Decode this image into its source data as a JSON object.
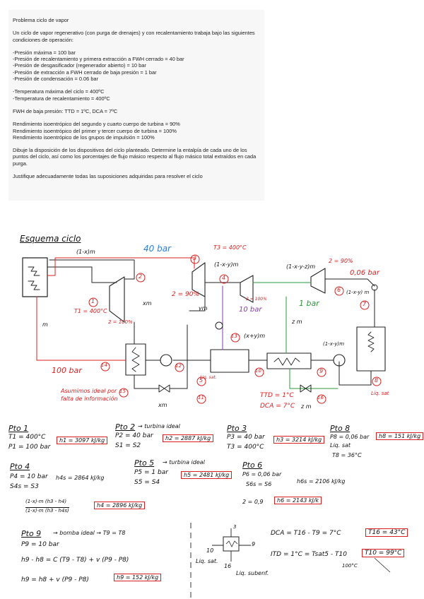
{
  "problem": {
    "title": "Problema ciclo de vapor",
    "intro": "Un ciclo de vapor regenerativo (con purga de drenajes) y con recalentamiento trabaja bajo las siguientes condiciones de operación:",
    "pressures": [
      "-Presión máxima = 100 bar",
      "-Presión de recalentamiento y primera extracción a FWH cerrado = 40 bar",
      "-Presión de desgasificador (regenerador abierto) = 10 bar",
      "-Presión de extracción a FWH cerrado de baja presión = 1 bar",
      "-Presión de condensación = 0.06 bar"
    ],
    "temperatures": [
      "-Temperatura máxima del ciclo = 400ºC",
      "-Temperatura de recalentamiento = 400ºC"
    ],
    "fwh": "FWH de baja presión: TTD = 1ºC, DCA = 7ºC",
    "efficiencies": [
      "Rendimiento isoentrópico del segundo y cuarto cuerpo de turbina = 90%",
      "Rendimiento isoentrópico del primer y tercer cuerpo de turbina = 100%",
      "Rendimiento isoentrópico de los grupos de impulsión = 100%"
    ],
    "task": "Dibuje la disposición de los dispositivos del ciclo planteado. Determine la entalpía de cada uno de los puntos del ciclo, así como los porcentajes de flujo másico respecto al flujo másico total extraídos en cada purga.",
    "justify": "Justifique adecuadamente todas las suposiciones adquiridas para resolver el ciclo"
  },
  "schematic": {
    "title": "Esquema ciclo",
    "labels": {
      "flow_1x": "(1-x)m",
      "p40": "40 bar",
      "t3": "T3 = 400°C",
      "eta2": "2 = 90%",
      "p006": "0,06 bar",
      "flow_1xy": "(1-x-y)m",
      "flow_1xyz": "(1-x-y-z)m",
      "flow_1xy_small": "(1-x-y) m",
      "flow_1xy_right": "(1-x-y)m",
      "t1": "T1 = 400°C",
      "eta100": "2 = 100%",
      "xm": "xm",
      "eta2b": "2 = 90%",
      "ym": "ym",
      "p10": "10 bar",
      "eta3": "2 = 100%",
      "p1": "1 bar",
      "zm": "z m",
      "m": "m",
      "flow_xy": "(x+y)m",
      "p100": "100 bar",
      "liqsat5": "Liq. sat.",
      "liqsat8": "Liq. sat",
      "note": "Asumimos ideal por falta de información",
      "xm_bottom": "xm",
      "ttd": "TTD = 1°C",
      "dca": "DCA = 7°C",
      "zm_bottom": "z m"
    },
    "point_numbers": [
      "1",
      "2",
      "3",
      "4",
      "5",
      "6",
      "7",
      "8",
      "9",
      "10",
      "11",
      "12",
      "13",
      "14",
      "15",
      "16"
    ]
  },
  "solution": {
    "pto1": {
      "title": "Pto 1",
      "l1": "T1 = 400°C",
      "l2": "P1 = 100 bar",
      "h": "h1 = 3097 kJ/kg"
    },
    "pto2": {
      "title": "Pto 2",
      "note": "→ turbina ideal",
      "l1": "P2 = 40 bar",
      "l2": "S1 = S2",
      "h": "h2 = 2887 kJ/kg"
    },
    "pto3": {
      "title": "Pto 3",
      "l1": "P3 = 40 bar",
      "l2": "T3 = 400°C",
      "h": "h3 = 3214 kJ/kg"
    },
    "pto8": {
      "title": "Pto 8",
      "l1": "P8 = 0,06 bar",
      "l2": "Liq. sat",
      "l3": "T8 = 36°C",
      "h": "h8 = 151 kJ/kg"
    },
    "pto4": {
      "title": "Pto 4",
      "l1": "P4 = 10 bar",
      "l2": "S4s = S3",
      "h": "h4s = 2864 kJ/kg",
      "eq1": "(1-x)·m (h3 - h4)",
      "eq2": "(1-x)·m (h3 - h4s)",
      "h4": "h4 = 2896 kJ/kg"
    },
    "pto5": {
      "title": "Pto 5",
      "note": "→ turbina ideal",
      "l1": "P5 = 1 bar",
      "l2": "S5 = S4",
      "h": "h5 = 2481 kJ/kg"
    },
    "pto6": {
      "title": "Pto 6",
      "l1": "P6 = 0,06 bar",
      "l2": "S6s = S6",
      "h": "h6s = 2106 kJ/kg",
      "eta": "2 = 0,9",
      "h6": "h6 = 2143 kJ/k"
    },
    "pto9": {
      "title": "Pto 9",
      "note": "→ bomba ideal → T9 = T8",
      "l1": "P9 = 10 bar",
      "l2": "h9 - h8 = C (T9 - T8) + v (P9 - P8)",
      "l3": "h9 = h8 + v (P9 - P8)",
      "h": "h9 = 152 kJ/kg"
    },
    "fwh": {
      "s10": "10",
      "s9": "9",
      "s16": "16",
      "s3": "3",
      "liq": "Liq. sat.",
      "liqb": "Liq. subenf.",
      "dca": "DCA = T16 - T9 = 7°C",
      "t16": "T16 = 43°C",
      "ttd": "ITD = 1°C = Tsat5 - T10",
      "t10": "T10 = 99°C",
      "tsat": "100°C"
    }
  }
}
